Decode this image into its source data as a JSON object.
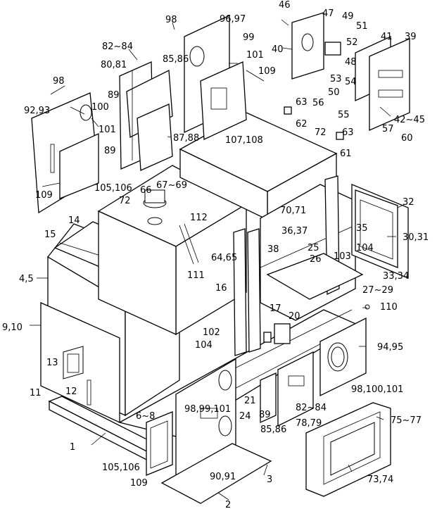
{
  "callouts": {
    "c_98a": "98",
    "c_96_97": "96,97",
    "c_46": "46",
    "c_47": "47",
    "c_49": "49",
    "c_51": "51",
    "c_52": "52",
    "c_82_84a": "82~84",
    "c_99": "99",
    "c_40": "40",
    "c_41": "41",
    "c_39": "39",
    "c_101a": "101",
    "c_85_86a": "85,86",
    "c_80_81": "80,81",
    "c_109a": "109",
    "c_48": "48",
    "c_98b": "98",
    "c_53": "53",
    "c_54": "54",
    "c_89a": "89",
    "c_100": "100",
    "c_92_93": "92,93",
    "c_63a": "63",
    "c_56": "56",
    "c_50": "50",
    "c_101b": "101",
    "c_62": "62",
    "c_55": "55",
    "c_42_45": "42~45",
    "c_87_88": "87,88",
    "c_107_108": "107,108",
    "c_57": "57",
    "c_60": "60",
    "c_89b": "89",
    "c_63b": "63",
    "c_72a": "72",
    "c_61": "61",
    "c_109b": "109",
    "c_105_106a": "105,106",
    "c_66": "66",
    "c_67_69": "67~69",
    "c_72b": "72",
    "c_32": "32",
    "c_112": "112",
    "c_70_71": "70,71",
    "c_14": "14",
    "c_36_37": "36,37",
    "c_35": "35",
    "c_15": "15",
    "c_30_31": "30,31",
    "c_104a": "104",
    "c_25": "25",
    "c_38": "38",
    "c_103": "103",
    "c_64_65": "64,65",
    "c_26": "26",
    "c_4_5": "4,5",
    "c_111": "111",
    "c_33_34": "33,34",
    "c_16": "16",
    "c_27_29": "27~29",
    "c_110": "110",
    "c_17": "17",
    "c_20": "20",
    "c_9_10": "9,10",
    "c_102": "102",
    "c_104b": "104",
    "c_94_95": "94,95",
    "c_13": "13",
    "c_98_100_101": "98,100,101",
    "c_11": "11",
    "c_12": "12",
    "c_21": "21",
    "c_98_99_101": "98,99,101",
    "c_89c": "89",
    "c_82_84b": "82~84",
    "c_24": "24",
    "c_6_8": "6~8",
    "c_75_77": "75~77",
    "c_85_86b": "85,86",
    "c_78_79": "78,79",
    "c_1": "1",
    "c_105_106b": "105,106",
    "c_90_91": "90,91",
    "c_3": "3",
    "c_109c": "109",
    "c_73_74": "73,74",
    "c_2": "2"
  }
}
